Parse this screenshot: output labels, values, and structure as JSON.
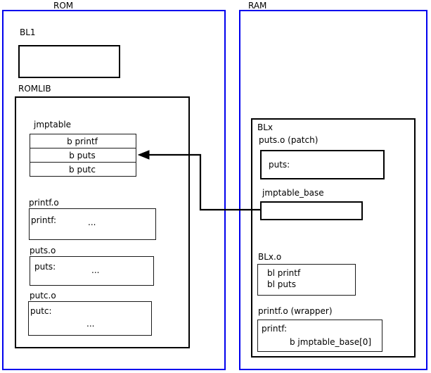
{
  "diagram": {
    "title_regions": [
      {
        "id": "rom",
        "label": "ROM"
      },
      {
        "id": "ram",
        "label": "RAM"
      }
    ],
    "rom": {
      "label": "ROM",
      "bl1": {
        "label": "BL1",
        "body": ""
      },
      "romlib": {
        "label": "ROMLIB",
        "jmptable": {
          "label": "jmptable",
          "entries": [
            "b printf",
            "b puts",
            "b putc"
          ]
        },
        "objects": [
          {
            "label": "printf.o",
            "symbol": "printf:",
            "ellipsis": "..."
          },
          {
            "label": "puts.o",
            "symbol": "puts:",
            "ellipsis": "..."
          },
          {
            "label": "putc.o",
            "symbol": "putc:",
            "ellipsis": "..."
          }
        ]
      }
    },
    "ram": {
      "label": "RAM",
      "blx": {
        "label": "BLx",
        "puts_patch": {
          "label": "puts.o (patch)",
          "symbol": "puts:"
        },
        "jmptable_base": {
          "label": "jmptable_base",
          "body": ""
        },
        "blx_o": {
          "label": "BLx.o",
          "lines": [
            "bl printf",
            "bl puts"
          ]
        },
        "printf_wrapper": {
          "label": "printf.o (wrapper)",
          "symbol": "printf:",
          "branch": "b jmptable_base[0]"
        }
      }
    },
    "connector": {
      "name": "jmptable-base-to-puts-entry-arrow",
      "from": "jmptable_base",
      "to": "jmptable entry: b puts"
    },
    "colors": {
      "region_border": "#0000ee",
      "box_border": "#000000",
      "text": "#000000",
      "background": "#ffffff"
    }
  }
}
